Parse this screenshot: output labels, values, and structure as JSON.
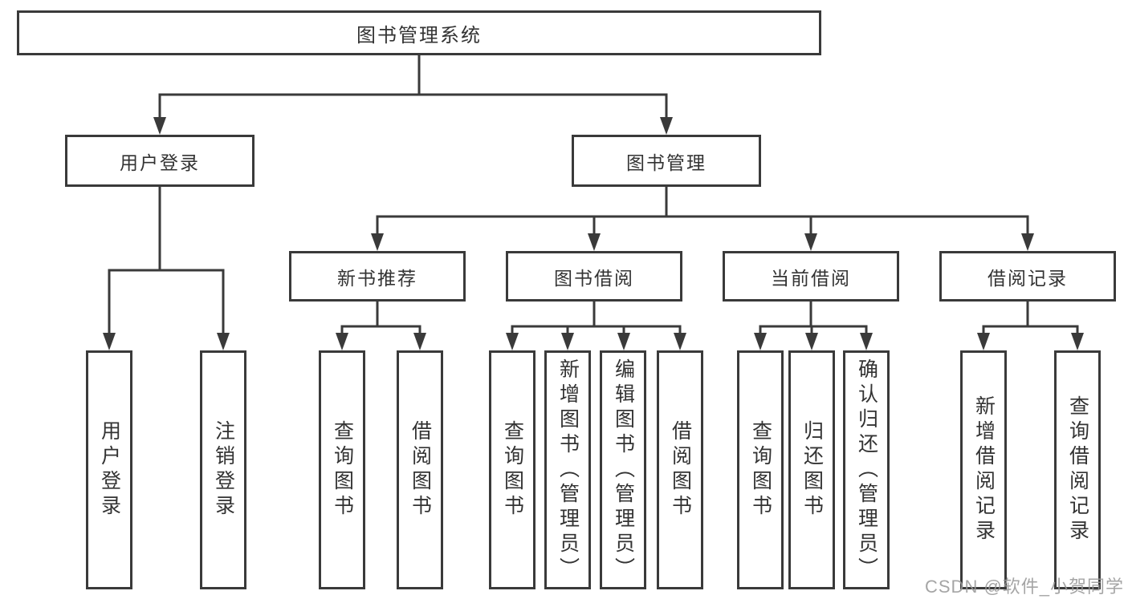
{
  "diagram_title": "图书管理系统",
  "tree": {
    "label": "图书管理系统",
    "children": [
      {
        "label": "用户登录",
        "children": [
          {
            "label": "用户登录"
          },
          {
            "label": "注销登录"
          }
        ]
      },
      {
        "label": "图书管理",
        "children": [
          {
            "label": "新书推荐",
            "children": [
              {
                "label": "查询图书"
              },
              {
                "label": "借阅图书"
              }
            ]
          },
          {
            "label": "图书借阅",
            "children": [
              {
                "label": "查询图书"
              },
              {
                "label": "新增图书（管理员）"
              },
              {
                "label": "编辑图书（管理员）"
              },
              {
                "label": "借阅图书"
              }
            ]
          },
          {
            "label": "当前借阅",
            "children": [
              {
                "label": "查询图书"
              },
              {
                "label": "归还图书"
              },
              {
                "label": "确认归还（管理员）"
              }
            ]
          },
          {
            "label": "借阅记录",
            "children": [
              {
                "label": "新增借阅记录"
              },
              {
                "label": "查询借阅记录"
              }
            ]
          }
        ]
      }
    ]
  },
  "watermark": {
    "text": "CSDN @软件_小贺同学"
  },
  "colors": {
    "line": "#3a3a3a",
    "box_border": "#3a3a3a",
    "box_fill": "#ffffff",
    "text": "#333333",
    "watermark": "#989898",
    "background": "#ffffff"
  }
}
